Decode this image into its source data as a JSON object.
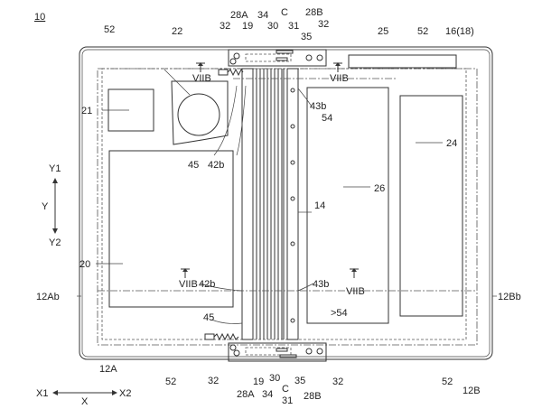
{
  "figure_number": "10",
  "labels": {
    "l52a": "52",
    "l22": "22",
    "l28A_t": "28A",
    "l34_t": "34",
    "lC_t": "C",
    "l28B_t": "28B",
    "l32a_t": "32",
    "l19_t": "19",
    "l30_t": "30",
    "l31_t": "31",
    "l32b_t": "32",
    "l35_t": "35",
    "l25": "25",
    "l52b": "52",
    "l16": "16(18)",
    "vii_tl": "VIIB",
    "vii_tr": "VIIB",
    "vii_bl": "VIIB",
    "vii_br": "VIIB",
    "l21": "21",
    "l43b_t": "43b",
    "l54_t": "54",
    "l45_t": "45",
    "l42b_t": "42b",
    "l24": "24",
    "l26": "26",
    "l14": "14",
    "l20": "20",
    "Y1": "Y1",
    "Y": "Y",
    "Y2": "Y2",
    "l12Ab": "12Ab",
    "l12Bb": "12Bb",
    "l42b_b": "42b",
    "l43b_b": "43b",
    "l54_b": ">54",
    "l45_b": "45",
    "l32a_b": "32",
    "l19_b": "19",
    "l34_b": "34",
    "l30_b": "30",
    "lC_b": "C",
    "l35_b": "35",
    "l31_b": "31",
    "l28A_b": "28A",
    "l28B_b": "28B",
    "l32b_b": "32",
    "l12A": "12A",
    "l52c": "52",
    "l52d": "52",
    "l12B": "12B",
    "X1": "X1",
    "X": "X",
    "X2": "X2"
  }
}
